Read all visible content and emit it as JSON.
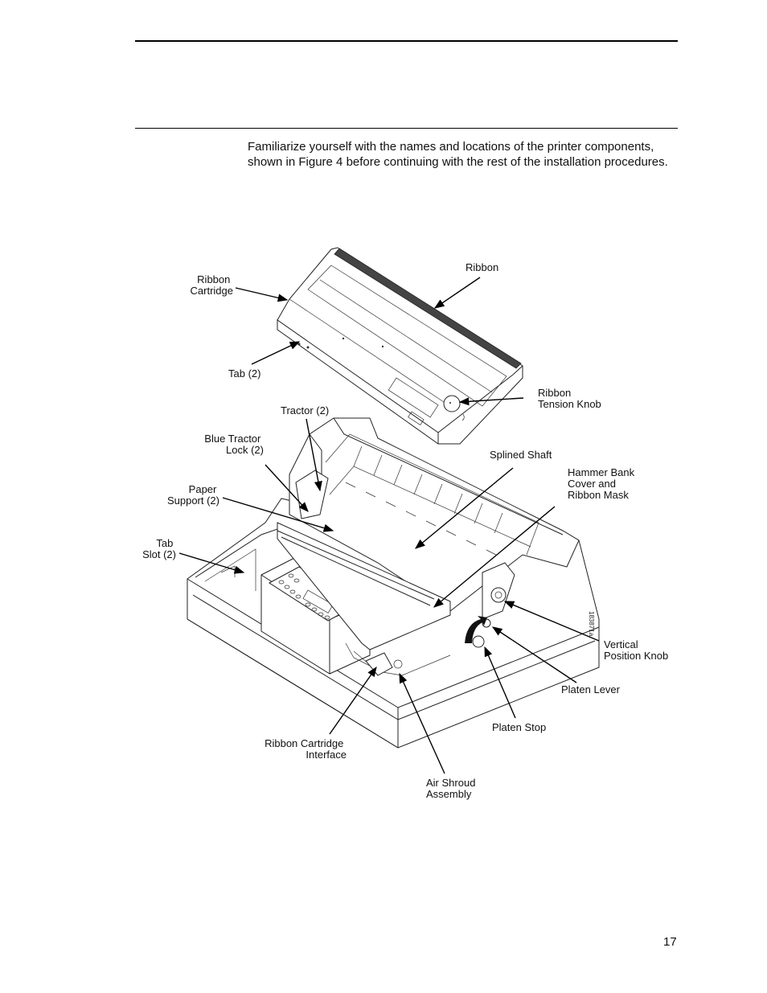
{
  "intro": "Familiarize yourself with the names and locations of the printer components, shown in Figure 4 before continuing with the rest of the installation procedures.",
  "page_number": "17",
  "figure_code": "183871a",
  "labels": {
    "ribbon_cartridge": [
      "Ribbon",
      "Cartridge"
    ],
    "ribbon": [
      "Ribbon"
    ],
    "tab": [
      "Tab (2)"
    ],
    "ribbon_tension_knob": [
      "Ribbon",
      "Tension Knob"
    ],
    "tractor": [
      "Tractor (2)"
    ],
    "blue_tractor_lock": [
      "Blue Tractor",
      "Lock (2)"
    ],
    "splined_shaft": [
      "Splined Shaft"
    ],
    "paper_support": [
      "Paper",
      "Support (2)"
    ],
    "hammer_bank": [
      "Hammer Bank",
      "Cover and",
      "Ribbon Mask"
    ],
    "tab_slot": [
      "Tab",
      "Slot (2)"
    ],
    "vertical_position_knob": [
      "Vertical",
      "Position Knob"
    ],
    "platen_lever": [
      "Platen Lever"
    ],
    "platen_stop": [
      "Platen Stop"
    ],
    "ribbon_cartridge_interface": [
      "Ribbon Cartridge",
      "Interface"
    ],
    "air_shroud": [
      "Air Shroud",
      "Assembly"
    ]
  }
}
